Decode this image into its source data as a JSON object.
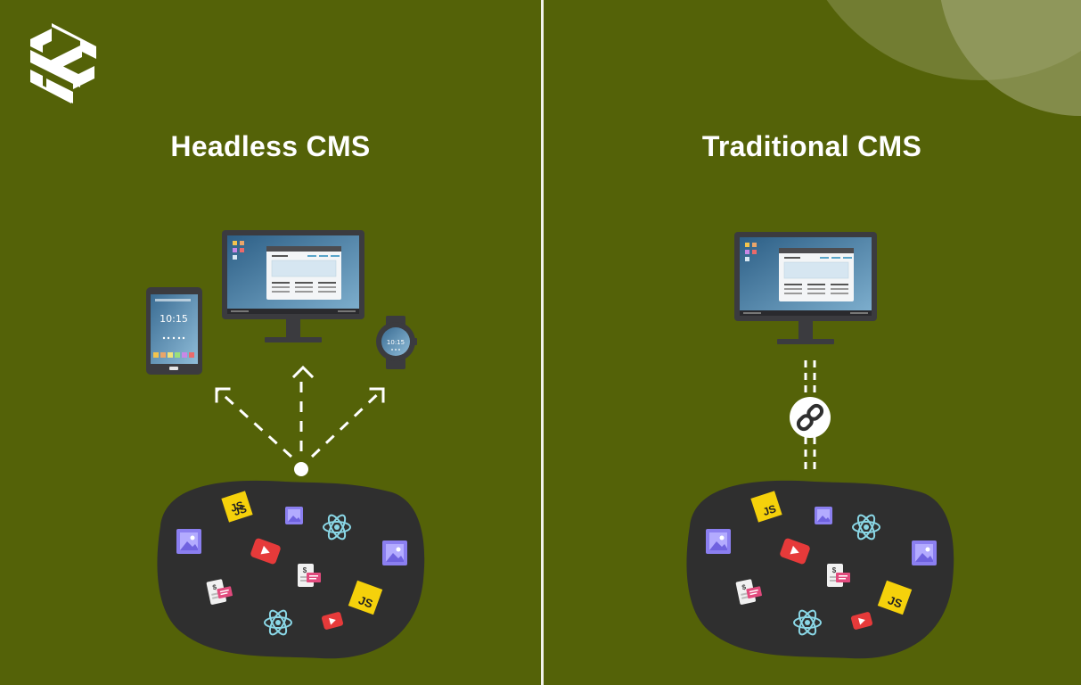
{
  "panels": {
    "left": {
      "title": "Headless CMS"
    },
    "right": {
      "title": "Traditional CMS"
    }
  },
  "devices": {
    "tablet_time": "10:15",
    "watch_time": "10:15"
  },
  "content_icons": {
    "js_label": "JS",
    "doc_symbol": "$"
  },
  "colors": {
    "background": "#546208",
    "blob": "#2f2f2f",
    "accent_yellow": "#f5d10b",
    "accent_red": "#e63a3a",
    "accent_purple": "#8b7ff0",
    "accent_teal": "#8ad7e6",
    "white": "#ffffff"
  },
  "icons": [
    "brand-logo",
    "tablet-icon",
    "monitor-icon",
    "watch-icon",
    "link-icon",
    "js-icon",
    "image-icon",
    "youtube-icon",
    "react-icon",
    "document-icon"
  ]
}
